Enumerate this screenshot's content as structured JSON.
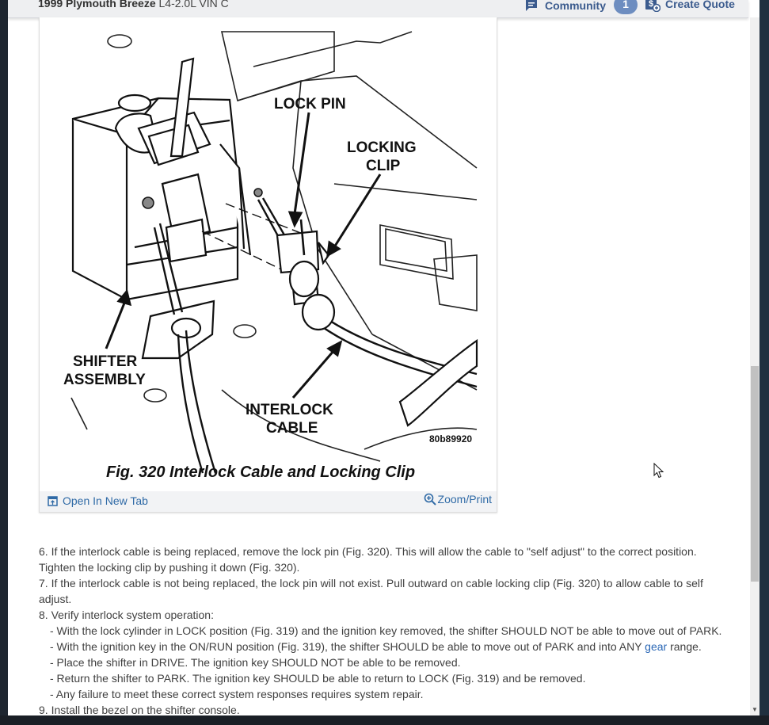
{
  "header": {
    "vehicle_bold": "1999 Plymouth Breeze",
    "vehicle_rest": " L4-2.0L VIN C",
    "community_label": "Community",
    "community_count": "1",
    "quote_label": "Create Quote"
  },
  "figure": {
    "callouts": {
      "lock_pin": "LOCK PIN",
      "locking_clip_1": "LOCKING",
      "locking_clip_2": "CLIP",
      "shifter_1": "SHIFTER",
      "shifter_2": "ASSEMBLY",
      "interlock_1": "INTERLOCK",
      "interlock_2": "CABLE",
      "code": "80b89920"
    },
    "caption": "Fig. 320 Interlock Cable and Locking Clip",
    "open_tab_label": "Open In New Tab",
    "zoom_label": "Zoom/Print"
  },
  "content": {
    "step6": " 6. If the interlock cable is being replaced, remove the lock pin (Fig. 320). This will allow the cable to \"self adjust\" to the correct position. Tighten the locking clip by pushing it down (Fig. 320).",
    "step7": " 7. If the interlock cable is not being replaced, the lock pin will not exist. Pull outward on cable locking clip (Fig. 320) to allow cable to self adjust.",
    "step8": " 8. Verify interlock system operation:",
    "bullets": {
      "b1": "-  With the lock cylinder in LOCK position (Fig. 319) and the ignition key removed, the shifter SHOULD NOT be able to move out of PARK.",
      "b2_pre": "-  With the ignition key in the ON/RUN position (Fig. 319), the shifter SHOULD be able to move out of PARK and into ANY ",
      "b2_link": "gear",
      "b2_post": " range.",
      "b3": "-  Place the shifter in DRIVE. The ignition key SHOULD NOT be able to be removed.",
      "b4": "-  Return the shifter to PARK. The ignition key SHOULD be able to return to LOCK (Fig. 319) and be removed.",
      "b5": "-  Any failure to meet these correct system responses requires system repair."
    },
    "step9": " 9. Install the bezel on the shifter console."
  }
}
